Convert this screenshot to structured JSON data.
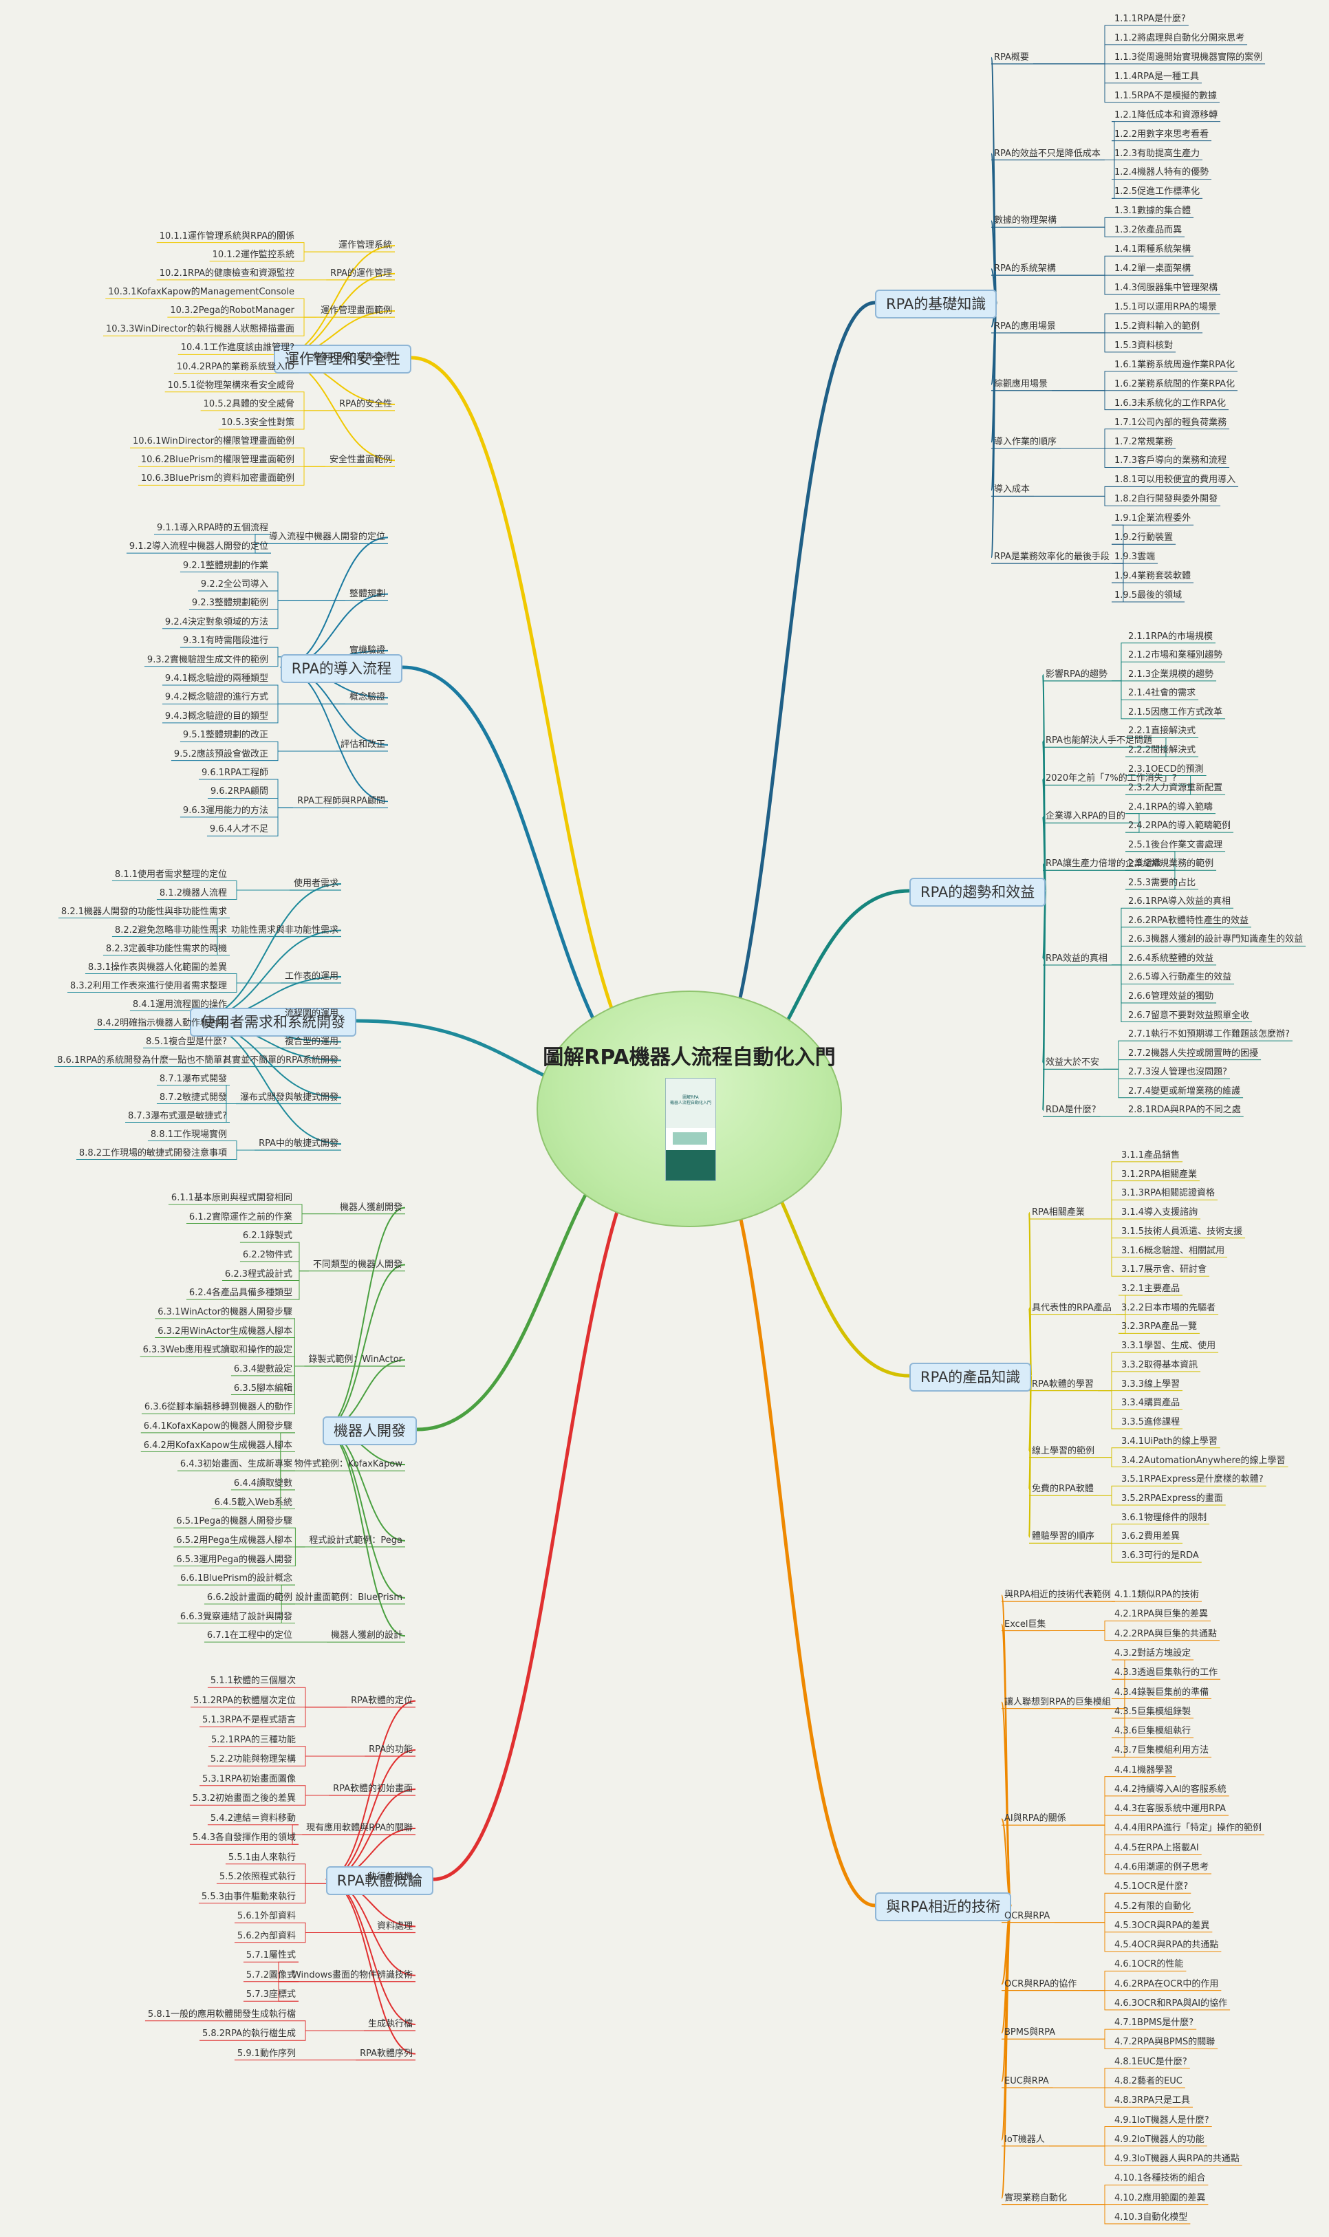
{
  "title": "圖解RPA機器人流程自動化入門",
  "cover_text": [
    "圖解RPA",
    "機器人流程自動化入門"
  ],
  "branches": [
    {
      "label": "RPA的基礎知識",
      "color": "#1f5f86",
      "children": [
        {
          "label": "RPA概要",
          "leaves": [
            "1.1.1RPA是什麼?",
            "1.1.2將處理與自動化分開來思考",
            "1.1.3從周邊開始實現機器實際的案例",
            "1.1.4RPA是一種工具",
            "1.1.5RPA不是模擬的數據"
          ]
        },
        {
          "label": "RPA的效益不只是降低成本",
          "leaves": [
            "1.2.1降低成本和資源移轉",
            "1.2.2用數字來思考看看",
            "1.2.3有助提高生產力",
            "1.2.4機器人特有的優勢",
            "1.2.5促進工作標準化"
          ]
        },
        {
          "label": "數據的物理架構",
          "leaves": [
            "1.3.1數據的集合體",
            "1.3.2依產品而異"
          ]
        },
        {
          "label": "RPA的系統架構",
          "leaves": [
            "1.4.1兩種系統架構",
            "1.4.2單一桌面架構",
            "1.4.3伺服器集中管理架構"
          ]
        },
        {
          "label": "RPA的應用場景",
          "leaves": [
            "1.5.1可以運用RPA的場景",
            "1.5.2資料輸入的範例",
            "1.5.3資料核對"
          ]
        },
        {
          "label": "綜觀應用場景",
          "leaves": [
            "1.6.1業務系統周邊作業RPA化",
            "1.6.2業務系統間的作業RPA化",
            "1.6.3未系統化的工作RPA化"
          ]
        },
        {
          "label": "導入作業的順序",
          "leaves": [
            "1.7.1公司內部的輕負荷業務",
            "1.7.2常規業務",
            "1.7.3客戶導向的業務和流程"
          ]
        },
        {
          "label": "導入成本",
          "leaves": [
            "1.8.1可以用較便宜的費用導入",
            "1.8.2自行開發與委外開發"
          ]
        },
        {
          "label": "RPA是業務效率化的最後手段",
          "leaves": [
            "1.9.1企業流程委外",
            "1.9.2行動裝置",
            "1.9.3雲端",
            "1.9.4業務套裝軟體",
            "1.9.5最後的領域"
          ]
        }
      ]
    },
    {
      "label": "RPA的趨勢和效益",
      "color": "#16857d",
      "children": [
        {
          "label": "影響RPA的趨勢",
          "leaves": [
            "2.1.1RPA的市場規模",
            "2.1.2市場和業種別趨勢",
            "2.1.3企業規模的趨勢",
            "2.1.4社會的需求",
            "2.1.5因應工作方式改革"
          ]
        },
        {
          "label": "RPA也能解決人手不足問題",
          "leaves": [
            "2.2.1直接解決式",
            "2.2.2間接解決式"
          ]
        },
        {
          "label": "2020年之前「7%的工作消失」?",
          "leaves": [
            "2.3.1OECD的預測",
            "2.3.2人力資源重新配置"
          ]
        },
        {
          "label": "企業導入RPA的目的",
          "leaves": [
            "2.4.1RPA的導入範疇",
            "2.4.2RPA的導入範疇範例"
          ]
        },
        {
          "label": "RPA讓生產力倍增的企業組織",
          "leaves": [
            "2.5.1後台作業文書處理",
            "2.5.2常規業務的範例",
            "2.5.3需要的占比"
          ]
        },
        {
          "label": "RPA效益的真相",
          "leaves": [
            "2.6.1RPA導入效益的真相",
            "2.6.2RPA軟體特性產生的效益",
            "2.6.3機器人獲創的設計專門知識產生的效益",
            "2.6.4系統整體的效益",
            "2.6.5導入行動產生的效益",
            "2.6.6管理效益的獨勁",
            "2.6.7留意不要對效益照單全收"
          ]
        },
        {
          "label": "效益大於不安",
          "leaves": [
            "2.7.1執行不如預期導工作難題該怎麼辦?",
            "2.7.2機器人失控或閒置時的困擾",
            "2.7.3沒人管理也沒問題?",
            "2.7.4變更或新增業務的維護"
          ]
        },
        {
          "label": "RDA是什麼?",
          "leaves": [
            "2.8.1RDA與RPA的不同之處"
          ]
        }
      ]
    },
    {
      "label": "RPA的產品知識",
      "color": "#d4c000",
      "children": [
        {
          "label": "RPA相關產業",
          "leaves": [
            "3.1.1產品銷售",
            "3.1.2RPA相關產業",
            "3.1.3RPA相關認證資格",
            "3.1.4導入支援諮詢",
            "3.1.5技術人員派遣、技術支援",
            "3.1.6概念驗證、相關試用",
            "3.1.7展示會、研討會"
          ]
        },
        {
          "label": "具代表性的RPA產品",
          "leaves": [
            "3.2.1主要產品",
            "3.2.2日本市場的先驅者",
            "3.2.3RPA產品一覽"
          ]
        },
        {
          "label": "RPA軟體的學習",
          "leaves": [
            "3.3.1學習、生成、使用",
            "3.3.2取得基本資訊",
            "3.3.3線上學習",
            "3.3.4購買產品",
            "3.3.5進修課程"
          ]
        },
        {
          "label": "線上學習的範例",
          "leaves": [
            "3.4.1UiPath的線上學習",
            "3.4.2AutomationAnywhere的線上學習"
          ]
        },
        {
          "label": "免費的RPA軟體",
          "leaves": [
            "3.5.1RPAExpress是什麼樣的軟體?",
            "3.5.2RPAExpress的畫面"
          ]
        },
        {
          "label": "體驗學習的順序",
          "leaves": [
            "3.6.1物理條件的限制",
            "3.6.2費用差異",
            "3.6.3可行的是RDA"
          ]
        }
      ]
    },
    {
      "label": "與RPA相近的技術",
      "color": "#ee8800",
      "children": [
        {
          "label": "與RPA相近的技術代表範例",
          "leaves": [
            "4.1.1類似RPA的技術"
          ]
        },
        {
          "label": "Excel巨集",
          "leaves": [
            "4.2.1RPA與巨集的差異",
            "4.2.2RPA與巨集的共通點"
          ]
        },
        {
          "label": "讓人聯想到RPA的巨集模組",
          "leaves": [
            "4.3.2對話方塊設定",
            "4.3.3透過巨集執行的工作",
            "4.3.4錄製巨集前的準備",
            "4.3.5巨集模組錄製",
            "4.3.6巨集模組執行",
            "4.3.7巨集模組利用方法"
          ]
        },
        {
          "label": "AI與RPA的關係",
          "leaves": [
            "4.4.1機器學習",
            "4.4.2持續導入AI的客服系統",
            "4.4.3在客服系統中運用RPA",
            "4.4.4用RPA進行「特定」操作的範例",
            "4.4.5在RPA上搭載AI",
            "4.4.6用潮運的例子思考"
          ]
        },
        {
          "label": "OCR與RPA",
          "leaves": [
            "4.5.1OCR是什麼?",
            "4.5.2有限的自動化",
            "4.5.3OCR與RPA的差異",
            "4.5.4OCR與RPA的共通點"
          ]
        },
        {
          "label": "OCR與RPA的協作",
          "leaves": [
            "4.6.1OCR的性能",
            "4.6.2RPA在OCR中的作用",
            "4.6.3OCR和RPA與AI的協作"
          ]
        },
        {
          "label": "BPMS與RPA",
          "leaves": [
            "4.7.1BPMS是什麼?",
            "4.7.2RPA與BPMS的關聯"
          ]
        },
        {
          "label": "EUC與RPA",
          "leaves": [
            "4.8.1EUC是什麼?",
            "4.8.2藝者的EUC",
            "4.8.3RPA只是工具"
          ]
        },
        {
          "label": "IoT機器人",
          "leaves": [
            "4.9.1IoT機器人是什麼?",
            "4.9.2IoT機器人的功能",
            "4.9.3IoT機器人與RPA的共通點"
          ]
        },
        {
          "label": "實現業務自動化",
          "leaves": [
            "4.10.1各種技術的組合",
            "4.10.2應用範圍的差異",
            "4.10.3自動化模型"
          ]
        }
      ]
    },
    {
      "label": "RPA軟體概論",
      "color": "#e03030",
      "children": [
        {
          "label": "RPA軟體的定位",
          "leaves": [
            "5.1.1軟體的三個層次",
            "5.1.2RPA的軟體層次定位",
            "5.1.3RPA不是程式語言"
          ]
        },
        {
          "label": "RPA的功能",
          "leaves": [
            "5.2.1RPA的三種功能",
            "5.2.2功能與物理架構"
          ]
        },
        {
          "label": "RPA軟體的初始畫面",
          "leaves": [
            "5.3.1RPA初始畫面圖像",
            "5.3.2初始畫面之後的差異"
          ]
        },
        {
          "label": "現有應用軟體與RPA的關聯",
          "leaves": [
            "5.4.2連結＝資料移動",
            "5.4.3各自發揮作用的領域"
          ]
        },
        {
          "label": "執行的時機",
          "leaves": [
            "5.5.1由人來執行",
            "5.5.2依照程式執行",
            "5.5.3由事件驅動來執行"
          ]
        },
        {
          "label": "資料處理",
          "leaves": [
            "5.6.1外部資料",
            "5.6.2內部資料"
          ]
        },
        {
          "label": "Windows畫面的物件辨識技術",
          "leaves": [
            "5.7.1屬性式",
            "5.7.2圖像式",
            "5.7.3座標式"
          ]
        },
        {
          "label": "生成執行檔",
          "leaves": [
            "5.8.1一般的應用軟體開發生成執行檔",
            "5.8.2RPA的執行檔生成"
          ]
        },
        {
          "label": "RPA軟體序列",
          "leaves": [
            "5.9.1動作序列"
          ]
        }
      ]
    },
    {
      "label": "機器人開發",
      "color": "#4aa040",
      "children": [
        {
          "label": "機器人獲創開發",
          "leaves": [
            "6.1.1基本原則與程式開發相同",
            "6.1.2實際運作之前的作業"
          ]
        },
        {
          "label": "不同類型的機器人開發",
          "leaves": [
            "6.2.1錄製式",
            "6.2.2物件式",
            "6.2.3程式設計式",
            "6.2.4各產品具備多種類型"
          ]
        },
        {
          "label": "錄製式範例：WinActor",
          "leaves": [
            "6.3.1WinActor的機器人開發步驟",
            "6.3.2用WinActor生成機器人腳本",
            "6.3.3Web應用程式讀取和操作的設定",
            "6.3.4變數設定",
            "6.3.5腳本編輯",
            "6.3.6從腳本編輯移轉到機器人的動作"
          ]
        },
        {
          "label": "物件式範例：KofaxKapow",
          "leaves": [
            "6.4.1KofaxKapow的機器人開發步驟",
            "6.4.2用KofaxKapow生成機器人腳本",
            "6.4.3初始畫面、生成新專案",
            "6.4.4讀取變數",
            "6.4.5載入Web系統"
          ]
        },
        {
          "label": "程式設計式範例：Pega",
          "leaves": [
            "6.5.1Pega的機器人開發步驟",
            "6.5.2用Pega生成機器人腳本",
            "6.5.3運用Pega的機器人開發"
          ]
        },
        {
          "label": "設計畫面範例：BluePrism",
          "leaves": [
            "6.6.1BluePrism的設計概念",
            "6.6.2設計畫面的範例",
            "6.6.3覺察連結了設計與開發"
          ]
        },
        {
          "label": "機器人獲創的設計",
          "leaves": [
            "6.7.1在工程中的定位"
          ]
        }
      ]
    },
    {
      "label": "使用者需求和系統開發",
      "color": "#1e8a9a",
      "children": [
        {
          "label": "使用者需求",
          "leaves": [
            "8.1.1使用者需求整理的定位",
            "8.1.2機器人流程"
          ]
        },
        {
          "label": "功能性需求與非功能性需求",
          "leaves": [
            "8.2.1機器人開發的功能性與非功能性需求",
            "8.2.2避免忽略非功能性需求",
            "8.2.3定義非功能性需求的時機"
          ]
        },
        {
          "label": "工作表的運用",
          "leaves": [
            "8.3.1操作表與機器人化範圍的差異",
            "8.3.2利用工作表來進行使用者需求整理"
          ]
        },
        {
          "label": "流程圖的運用",
          "leaves": [
            "8.4.1運用流程圖的操作",
            "8.4.2明確指示機器人動作和對象"
          ]
        },
        {
          "label": "複合型的運用",
          "leaves": [
            "8.5.1複合型是什麼?"
          ]
        },
        {
          "label": "其實並不簡單的RPA系統開發",
          "leaves": [
            "8.6.1RPA的系統開發為什麼一點也不簡單?"
          ]
        },
        {
          "label": "瀑布式開發與敏捷式開發",
          "leaves": [
            "8.7.1瀑布式開發",
            "8.7.2敏捷式開發",
            "8.7.3瀑布式還是敏捷式?"
          ]
        },
        {
          "label": "RPA中的敏捷式開發",
          "leaves": [
            "8.8.1工作現場實例",
            "8.8.2工作現場的敏捷式開發注意事項"
          ]
        }
      ]
    },
    {
      "label": "RPA的導入流程",
      "color": "#1a7aa0",
      "children": [
        {
          "label": "導入流程中機器人開發的定位",
          "leaves": [
            "9.1.1導入RPA時的五個流程",
            "9.1.2導入流程中機器人開發的定位"
          ]
        },
        {
          "label": "整體規劃",
          "leaves": [
            "9.2.1整體規劃的作業",
            "9.2.2全公司導入",
            "9.2.3整體規劃範例",
            "9.2.4決定對象領域的方法"
          ]
        },
        {
          "label": "實機驗證",
          "leaves": [
            "9.3.1有時需階段進行",
            "9.3.2實機驗證生成文件的範例"
          ]
        },
        {
          "label": "概念驗證",
          "leaves": [
            "9.4.1概念驗證的兩種類型",
            "9.4.2概念驗證的進行方式",
            "9.4.3概念驗證的目的類型"
          ]
        },
        {
          "label": "評估和改正",
          "leaves": [
            "9.5.1整體規劃的改正",
            "9.5.2應該預設會做改正"
          ]
        },
        {
          "label": "RPA工程師與RPA顧問",
          "leaves": [
            "9.6.1RPA工程師",
            "9.6.2RPA顧問",
            "9.6.3運用能力的方法",
            "9.6.4人才不足"
          ]
        }
      ]
    },
    {
      "label": "運作管理和安全性",
      "color": "#f0c800",
      "children": [
        {
          "label": "運作管理系統",
          "leaves": [
            "10.1.1運作管理系統與RPA的關係",
            "10.1.2運作監控系統"
          ]
        },
        {
          "label": "RPA的運作管理",
          "leaves": [
            "10.2.1RPA的健康檢查和資源監控"
          ]
        },
        {
          "label": "運作管理畫面範例",
          "leaves": [
            "10.3.1KofaxKapow的ManagementConsole",
            "10.3.2Pega的RobotManager",
            "10.3.3WinDirector的執行機器人狀態掃描畫面"
          ]
        },
        {
          "label": "使用RPA的運作管理",
          "leaves": [
            "10.4.1工作進度該由誰管理?",
            "10.4.2RPA的業務系統登入ID"
          ]
        },
        {
          "label": "RPA的安全性",
          "leaves": [
            "10.5.1從物理架構來看安全威脅",
            "10.5.2具體的安全威脅",
            "10.5.3安全性對策"
          ]
        },
        {
          "label": "安全性畫面範例",
          "leaves": [
            "10.6.1WinDirector的權限管理畫面範例",
            "10.6.2BluePrism的權限管理畫面範例",
            "10.6.3BluePrism的資料加密畫面範例"
          ]
        }
      ]
    }
  ]
}
